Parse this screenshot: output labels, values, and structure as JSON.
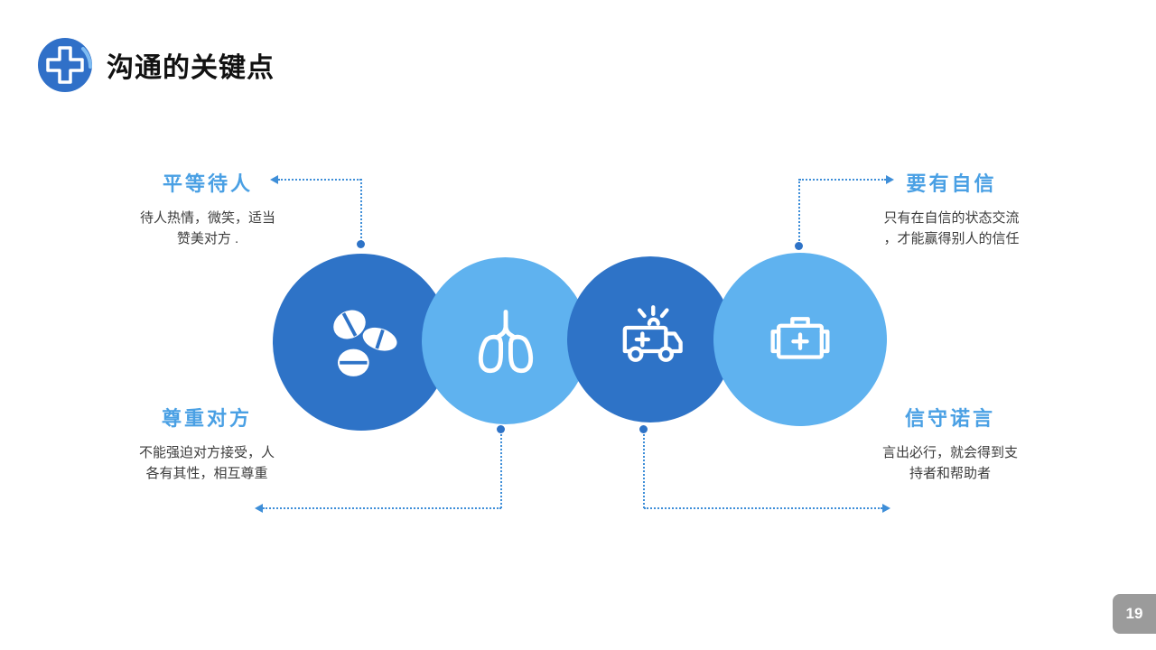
{
  "colors": {
    "dark_blue": "#2E73C7",
    "light_blue": "#5FB2EF",
    "heading_blue": "#4AA0E4",
    "connector_blue": "#3E8ED8",
    "title_color": "#111111",
    "body_color": "#3D3D3D",
    "badge_gray": "#9B9B9B"
  },
  "header": {
    "title": "沟通的关键点",
    "logo_icon": "medical-cross-icon"
  },
  "callouts": {
    "top_left": {
      "heading": "平等待人",
      "body": "待人热情，微笑，适当\n赞美对方 ."
    },
    "top_right": {
      "heading": "要有自信",
      "body": "只有在自信的状态交流\n，才能赢得别人的信任"
    },
    "bottom_left": {
      "heading": "尊重对方",
      "body": "不能强迫对方接受，人\n各有其性，相互尊重"
    },
    "bottom_right": {
      "heading": "信守诺言",
      "body": "言出必行，就会得到支\n持者和帮助者"
    }
  },
  "circles": [
    {
      "icon": "pills-icon"
    },
    {
      "icon": "lungs-icon"
    },
    {
      "icon": "ambulance-icon"
    },
    {
      "icon": "first-aid-kit-icon"
    }
  ],
  "footer": {
    "page_number": "19"
  }
}
